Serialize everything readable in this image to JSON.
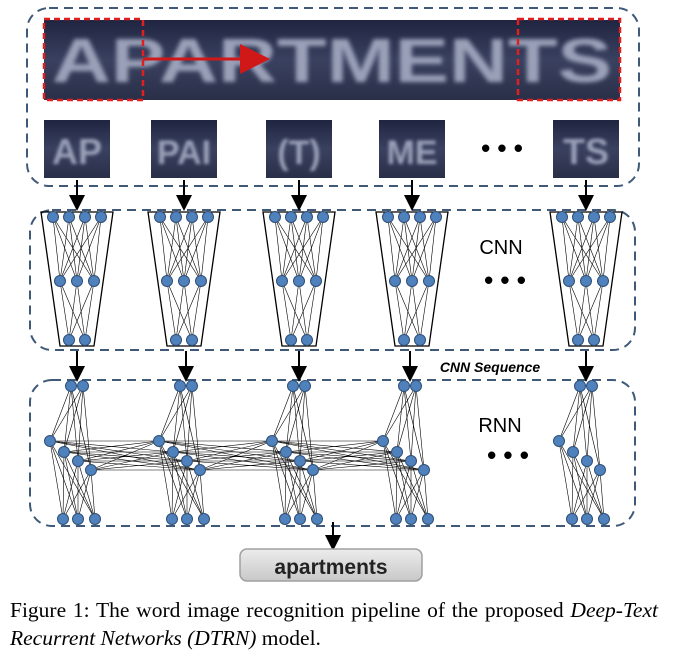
{
  "figure": {
    "input_word_image_text": "APARTMENTS",
    "ellipsis": "• • •",
    "cnn_label": "CNN",
    "cnn_sequence_label": "CNN Sequence",
    "rnn_label": "RNN",
    "output_label": "apartments",
    "crop_texts": [
      "AP",
      "PAI",
      "(T)",
      "ME",
      "TS"
    ],
    "colors": {
      "dashed_border": "#3f5a78",
      "node_fill": "#4f81bd",
      "node_stroke": "#2f4f75",
      "red_box": "#e02020",
      "image_bg": "#2e3550",
      "output_box": "#d9d9d9"
    }
  },
  "caption": {
    "prefix": "Figure 1: The word image recognition pipeline of the proposed ",
    "italic": "Deep-Text Recurrent Networks (DTRN)",
    "suffix": " model."
  }
}
